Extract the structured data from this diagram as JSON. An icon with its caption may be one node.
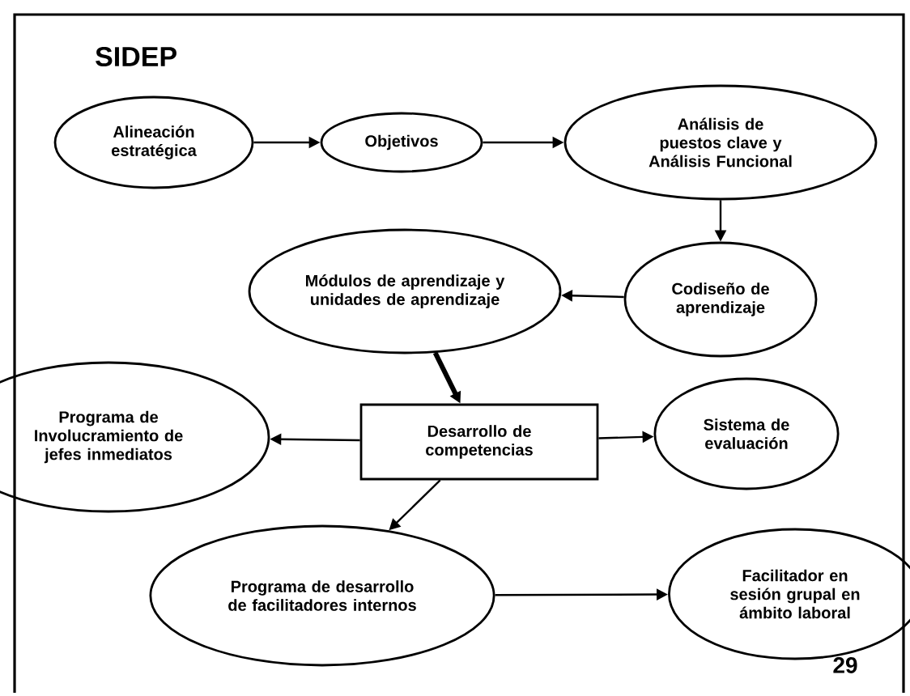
{
  "diagram": {
    "title": "SIDEP",
    "nodes": [
      {
        "text": [
          "Alineación estratégica"
        ]
      },
      {
        "text": [
          "Objetivos"
        ]
      },
      {
        "text": [
          "Análisis de puestos clave y Análisis Funcional"
        ]
      },
      {
        "text": [
          "Codiseño de aprendizaje"
        ]
      },
      {
        "text": [
          "Módulos de aprendizaje y unidades de aprendizaje"
        ]
      },
      {
        "text": [
          "Desarrollo de competencias"
        ]
      },
      {
        "text": [
          "Programa de Involucramiento de jefes inmediatos"
        ]
      },
      {
        "text": [
          "Sistema de evaluación"
        ]
      },
      {
        "text": [
          "Programa de desarrollo de facilitadores internos"
        ]
      },
      {
        "text": [
          "Facilitador en sesión grupal en ámbito laboral"
        ]
      }
    ],
    "edges": [
      {
        "from": 0,
        "to": 1,
        "arrow": "to"
      },
      {
        "from": 1,
        "to": 2,
        "arrow": "to"
      },
      {
        "from": 2,
        "to": 3,
        "arrow": "to"
      },
      {
        "from": 3,
        "to": 4,
        "arrow": "to"
      },
      {
        "from": 4,
        "to": 5,
        "arrow": "to",
        "style": "thick"
      },
      {
        "from": 5,
        "to": 6,
        "arrow": "to"
      },
      {
        "from": 5,
        "to": 7,
        "arrow": "to"
      },
      {
        "from": 5,
        "to": 8,
        "arrow": "to"
      },
      {
        "from": 8,
        "to": 9,
        "arrow": "to"
      }
    ],
    "labels": [
      "29"
    ]
  }
}
